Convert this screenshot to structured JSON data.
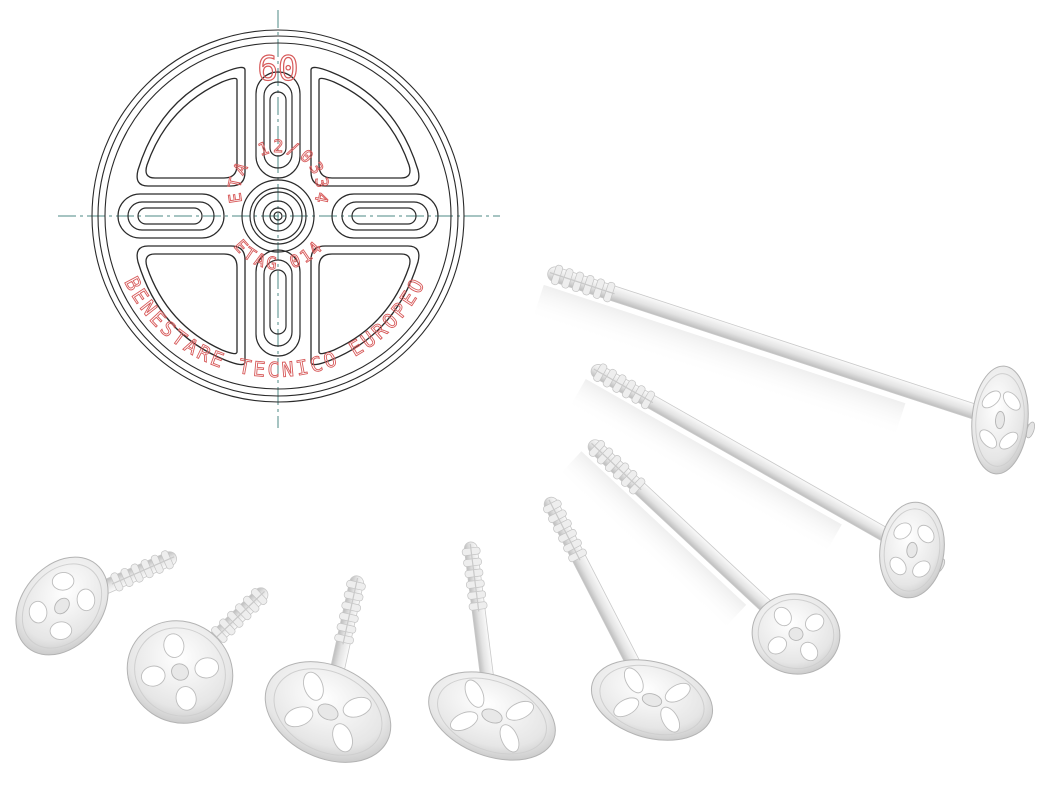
{
  "drawing": {
    "size_label": "60",
    "approval_code": "ETA 12/0334",
    "guideline_code": "ETAG 014",
    "certification_text": "BENESTARE TECNICO EUROPEO"
  },
  "colors": {
    "line": "#2a2a2a",
    "centerline": "#4e8a86",
    "annotation": "#d75a5a",
    "plastic_light": "#f4f4f4",
    "plastic_mid": "#dcdcdc",
    "plastic_dark": "#b9b9b9"
  },
  "product": {
    "anchor_count": 8
  }
}
